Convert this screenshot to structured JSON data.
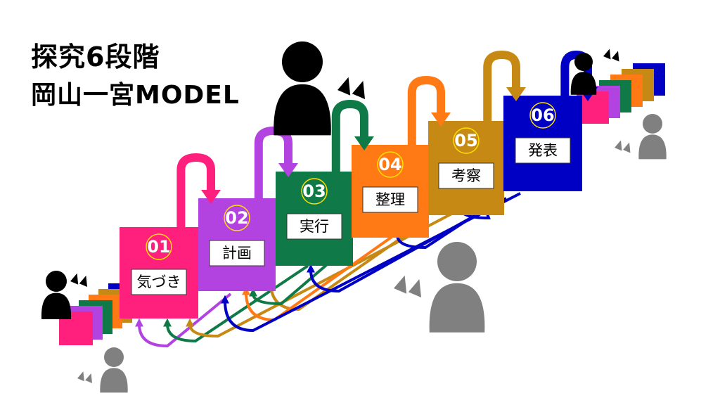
{
  "title": {
    "line1": "探究6段階",
    "line2": "岡山一宮MODEL"
  },
  "steps": [
    {
      "number": "01",
      "label": "気づき",
      "color": "#ff1f7c"
    },
    {
      "number": "02",
      "label": "計画",
      "color": "#b343e0"
    },
    {
      "number": "03",
      "label": "実行",
      "color": "#0f7a47"
    },
    {
      "number": "04",
      "label": "整理",
      "color": "#ff7a14"
    },
    {
      "number": "05",
      "label": "考察",
      "color": "#c68a14"
    },
    {
      "number": "06",
      "label": "発表",
      "color": "#0000c4"
    }
  ],
  "number_ring_color": "#ffe000",
  "figure_colors": {
    "dark": "#000000",
    "gray": "#808080"
  }
}
